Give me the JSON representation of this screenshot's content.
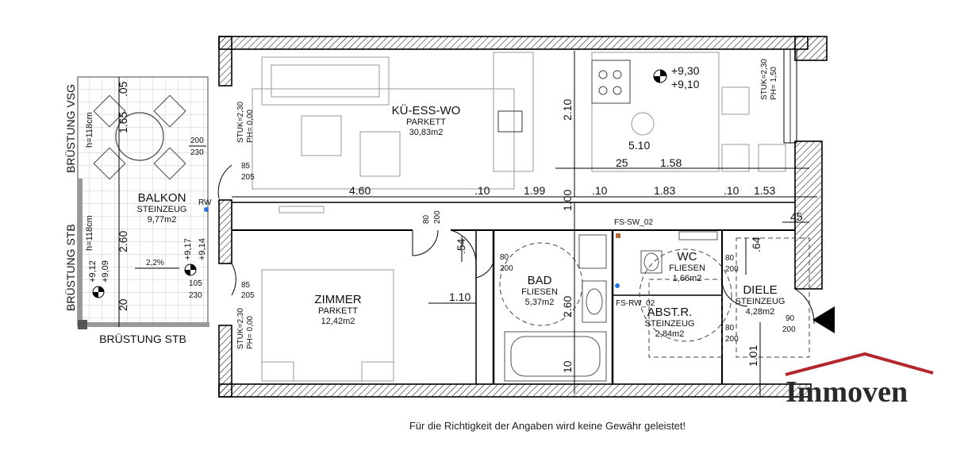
{
  "rooms": {
    "kitchen": {
      "name": "KÜ-ESS-WO",
      "floor": "PARKETT",
      "area": "30,83m2"
    },
    "room": {
      "name": "ZIMMER",
      "floor": "PARKETT",
      "area": "12,42m2"
    },
    "bath": {
      "name": "BAD",
      "floor": "FLIESEN",
      "area": "5,37m2"
    },
    "wc": {
      "name": "WC",
      "floor": "FLIESEN",
      "area": "1,66m2"
    },
    "storage": {
      "name": "ABST.R.",
      "floor": "STEINZEUG",
      "area": "2,84m2"
    },
    "hall": {
      "name": "DIELE",
      "floor": "STEINZEUG",
      "area": "4,28m2"
    },
    "balcony": {
      "name": "BALKON",
      "floor": "STEINZEUG",
      "area": "9,77m2",
      "rw": "RW",
      "slope": "2,2%"
    }
  },
  "railings": {
    "vsg": "BRÜSTUNG VSG",
    "stb_left": "BRÜSTUNG STB",
    "stb_bottom": "BRÜSTUNG STB",
    "h_top": "h=118cm",
    "h_bottom": "h=118cm"
  },
  "dimensions": {
    "d460": "4.60",
    "d10a": ".10",
    "d199": "1.99",
    "d100": "1.00",
    "d10b": ".10",
    "d183": "1.83",
    "d10c": ".10",
    "d153": "1.53",
    "d510": "5.10",
    "d25": "25",
    "d158": "1.58",
    "d210": "2.10",
    "d45": "45",
    "d64": ".64",
    "d05": ".05",
    "d165": "1.65",
    "d260b": "2.60",
    "d20": "20",
    "d54": ".54",
    "d110": "1.10",
    "d260c": "2.60",
    "d10d": "10",
    "d101": "1.01"
  },
  "heights": {
    "h930": "+9,30",
    "h910": "+9,10",
    "h917": "+9,17",
    "h914": "+9,14",
    "h912": "+9,12",
    "h909": "+9,09"
  },
  "notes": {
    "stuk_k": "STUK=2,30",
    "ph_k": "PH= 0,00",
    "stuk_z": "STUK=2,30",
    "ph_z": "PH= 0,00",
    "stuk_r": "STUK=2,30",
    "ph_r": "PH= 1,50",
    "fs_sw": "FS-SW_02",
    "fs_rw": "FS-RW_02"
  },
  "openings": {
    "w200": "200",
    "w230": "230",
    "w85a": "85",
    "w205a": "205",
    "w105": "105",
    "w230b": "230",
    "w85b": "85",
    "w205b": "205",
    "d80a": "80",
    "d200a": "200",
    "d80b": "80",
    "d200b": "200",
    "d80c": "80",
    "d200c": "200",
    "d80d": "80",
    "d200d": "200",
    "d90": "90",
    "d200e": "200"
  },
  "logo": {
    "text": "Immoven",
    "color": "#b2272b"
  },
  "disclaimer": "Für die Richtigkeit der Angaben wird keine Gewähr geleistet!"
}
